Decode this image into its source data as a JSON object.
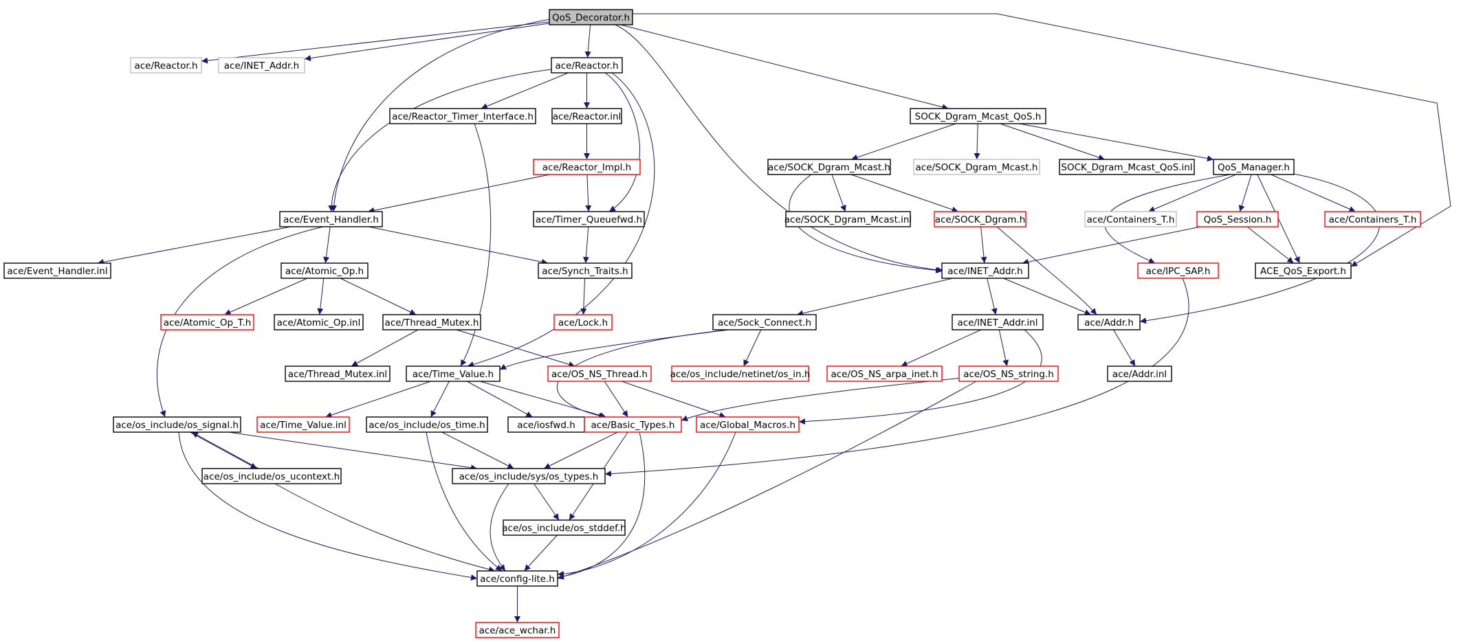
{
  "diagram": {
    "colors": {
      "edge": "#191970",
      "normal": "#000000",
      "truncated": "#ff0000",
      "external": "#bfbfbf",
      "root_fill": "#bfbfbf"
    },
    "nodes": [
      {
        "id": "root",
        "label": "QoS_Decorator.h",
        "kind": "root"
      },
      {
        "id": "reactor_ext",
        "label": "ace/Reactor.h",
        "kind": "external"
      },
      {
        "id": "inet_addr_ext",
        "label": "ace/INET_Addr.h",
        "kind": "external"
      },
      {
        "id": "reactor",
        "label": "ace/Reactor.h",
        "kind": "normal"
      },
      {
        "id": "rti",
        "label": "ace/Reactor_Timer_Interface.h",
        "kind": "normal"
      },
      {
        "id": "reactor_inl",
        "label": "ace/Reactor.inl",
        "kind": "normal"
      },
      {
        "id": "reactor_impl",
        "label": "ace/Reactor_Impl.h",
        "kind": "truncated"
      },
      {
        "id": "event_handler",
        "label": "ace/Event_Handler.h",
        "kind": "normal"
      },
      {
        "id": "timer_queuefwd",
        "label": "ace/Timer_Queuefwd.h",
        "kind": "normal"
      },
      {
        "id": "event_handler_inl",
        "label": "ace/Event_Handler.inl",
        "kind": "normal"
      },
      {
        "id": "atomic_op",
        "label": "ace/Atomic_Op.h",
        "kind": "normal"
      },
      {
        "id": "synch_traits",
        "label": "ace/Synch_Traits.h",
        "kind": "normal"
      },
      {
        "id": "atomic_op_t",
        "label": "ace/Atomic_Op_T.h",
        "kind": "truncated"
      },
      {
        "id": "atomic_op_inl",
        "label": "ace/Atomic_Op.inl",
        "kind": "normal"
      },
      {
        "id": "thread_mutex",
        "label": "ace/Thread_Mutex.h",
        "kind": "normal"
      },
      {
        "id": "lock",
        "label": "ace/Lock.h",
        "kind": "truncated"
      },
      {
        "id": "thread_mutex_inl",
        "label": "ace/Thread_Mutex.inl",
        "kind": "normal"
      },
      {
        "id": "time_value",
        "label": "ace/Time_Value.h",
        "kind": "normal"
      },
      {
        "id": "os_ns_thread",
        "label": "ace/OS_NS_Thread.h",
        "kind": "truncated"
      },
      {
        "id": "os_signal",
        "label": "ace/os_include/os_signal.h",
        "kind": "normal"
      },
      {
        "id": "time_value_inl",
        "label": "ace/Time_Value.inl",
        "kind": "truncated"
      },
      {
        "id": "os_time",
        "label": "ace/os_include/os_time.h",
        "kind": "normal"
      },
      {
        "id": "iosfwd",
        "label": "ace/iosfwd.h",
        "kind": "normal"
      },
      {
        "id": "basic_types",
        "label": "ace/Basic_Types.h",
        "kind": "truncated"
      },
      {
        "id": "global_macros",
        "label": "ace/Global_Macros.h",
        "kind": "truncated"
      },
      {
        "id": "os_ucontext",
        "label": "ace/os_include/os_ucontext.h",
        "kind": "normal"
      },
      {
        "id": "os_types",
        "label": "ace/os_include/sys/os_types.h",
        "kind": "normal"
      },
      {
        "id": "os_stddef",
        "label": "ace/os_include/os_stddef.h",
        "kind": "normal"
      },
      {
        "id": "config_lite",
        "label": "ace/config-lite.h",
        "kind": "normal"
      },
      {
        "id": "ace_wchar",
        "label": "ace/ace_wchar.h",
        "kind": "truncated"
      },
      {
        "id": "sdmq",
        "label": "SOCK_Dgram_Mcast_QoS.h",
        "kind": "normal"
      },
      {
        "id": "sock_dgram_mcast",
        "label": "ace/SOCK_Dgram_Mcast.h",
        "kind": "normal"
      },
      {
        "id": "sock_dgram_mcast_ext",
        "label": "ace/SOCK_Dgram_Mcast.h",
        "kind": "external"
      },
      {
        "id": "sdmq_inl",
        "label": "SOCK_Dgram_Mcast_QoS.inl",
        "kind": "normal"
      },
      {
        "id": "qos_manager",
        "label": "QoS_Manager.h",
        "kind": "normal"
      },
      {
        "id": "sock_dgram_mcast_inl",
        "label": "ace/SOCK_Dgram_Mcast.inl",
        "kind": "normal"
      },
      {
        "id": "sock_dgram",
        "label": "ace/SOCK_Dgram.h",
        "kind": "truncated"
      },
      {
        "id": "containers_t_ext",
        "label": "ace/Containers_T.h",
        "kind": "external"
      },
      {
        "id": "qos_session",
        "label": "QoS_Session.h",
        "kind": "truncated"
      },
      {
        "id": "containers_t",
        "label": "ace/Containers_T.h",
        "kind": "truncated"
      },
      {
        "id": "inet_addr",
        "label": "ace/INET_Addr.h",
        "kind": "normal"
      },
      {
        "id": "ipc_sap",
        "label": "ace/IPC_SAP.h",
        "kind": "truncated"
      },
      {
        "id": "qos_export",
        "label": "ACE_QoS_Export.h",
        "kind": "normal"
      },
      {
        "id": "sock_connect",
        "label": "ace/Sock_Connect.h",
        "kind": "normal"
      },
      {
        "id": "inet_addr_inl",
        "label": "ace/INET_Addr.inl",
        "kind": "normal"
      },
      {
        "id": "addr",
        "label": "ace/Addr.h",
        "kind": "normal"
      },
      {
        "id": "netinet_in",
        "label": "ace/os_include/netinet/os_in.h",
        "kind": "truncated"
      },
      {
        "id": "os_ns_arpa_inet",
        "label": "ace/OS_NS_arpa_inet.h",
        "kind": "truncated"
      },
      {
        "id": "os_ns_string",
        "label": "ace/OS_NS_string.h",
        "kind": "truncated"
      },
      {
        "id": "addr_inl",
        "label": "ace/Addr.inl",
        "kind": "normal"
      }
    ],
    "edges": [
      [
        "root",
        "reactor_ext"
      ],
      [
        "root",
        "inet_addr_ext"
      ],
      [
        "root",
        "reactor"
      ],
      [
        "root",
        "event_handler"
      ],
      [
        "root",
        "sdmq"
      ],
      [
        "root",
        "inet_addr"
      ],
      [
        "root",
        "qos_export"
      ],
      [
        "reactor",
        "rti"
      ],
      [
        "reactor",
        "reactor_inl"
      ],
      [
        "reactor",
        "event_handler"
      ],
      [
        "reactor",
        "timer_queuefwd"
      ],
      [
        "reactor",
        "time_value"
      ],
      [
        "reactor_inl",
        "reactor_impl"
      ],
      [
        "reactor_impl",
        "event_handler"
      ],
      [
        "reactor_impl",
        "timer_queuefwd"
      ],
      [
        "rti",
        "time_value"
      ],
      [
        "timer_queuefwd",
        "synch_traits"
      ],
      [
        "event_handler",
        "event_handler_inl"
      ],
      [
        "event_handler",
        "atomic_op"
      ],
      [
        "event_handler",
        "synch_traits"
      ],
      [
        "event_handler",
        "os_signal"
      ],
      [
        "atomic_op",
        "atomic_op_t"
      ],
      [
        "atomic_op",
        "atomic_op_inl"
      ],
      [
        "atomic_op",
        "thread_mutex"
      ],
      [
        "synch_traits",
        "lock"
      ],
      [
        "thread_mutex",
        "thread_mutex_inl"
      ],
      [
        "thread_mutex",
        "os_ns_thread"
      ],
      [
        "os_ns_thread",
        "basic_types"
      ],
      [
        "os_ns_thread",
        "global_macros"
      ],
      [
        "time_value",
        "time_value_inl"
      ],
      [
        "time_value",
        "os_time"
      ],
      [
        "time_value",
        "iosfwd"
      ],
      [
        "time_value",
        "basic_types"
      ],
      [
        "os_signal",
        "os_ucontext"
      ],
      [
        "os_ucontext",
        "os_signal"
      ],
      [
        "os_signal",
        "os_types"
      ],
      [
        "os_signal",
        "config_lite"
      ],
      [
        "os_ucontext",
        "config_lite"
      ],
      [
        "os_time",
        "os_types"
      ],
      [
        "os_time",
        "config_lite"
      ],
      [
        "basic_types",
        "os_types"
      ],
      [
        "basic_types",
        "os_stddef"
      ],
      [
        "basic_types",
        "config_lite"
      ],
      [
        "global_macros",
        "config_lite"
      ],
      [
        "os_types",
        "os_stddef"
      ],
      [
        "os_types",
        "config_lite"
      ],
      [
        "os_stddef",
        "config_lite"
      ],
      [
        "config_lite",
        "ace_wchar"
      ],
      [
        "sdmq",
        "sock_dgram_mcast"
      ],
      [
        "sdmq",
        "sock_dgram_mcast_ext"
      ],
      [
        "sdmq",
        "sdmq_inl"
      ],
      [
        "sdmq",
        "qos_manager"
      ],
      [
        "sock_dgram_mcast",
        "sock_dgram_mcast_inl"
      ],
      [
        "sock_dgram_mcast",
        "sock_dgram"
      ],
      [
        "sock_dgram_mcast",
        "inet_addr"
      ],
      [
        "sock_dgram",
        "inet_addr"
      ],
      [
        "sock_dgram",
        "addr"
      ],
      [
        "qos_manager",
        "containers_t_ext"
      ],
      [
        "qos_manager",
        "qos_session"
      ],
      [
        "qos_manager",
        "containers_t"
      ],
      [
        "qos_manager",
        "qos_export"
      ],
      [
        "qos_manager",
        "ipc_sap"
      ],
      [
        "qos_manager",
        "addr"
      ],
      [
        "qos_session",
        "inet_addr"
      ],
      [
        "qos_session",
        "qos_export"
      ],
      [
        "ipc_sap",
        "os_types"
      ],
      [
        "inet_addr",
        "sock_connect"
      ],
      [
        "inet_addr",
        "inet_addr_inl"
      ],
      [
        "inet_addr",
        "addr"
      ],
      [
        "sock_connect",
        "netinet_in"
      ],
      [
        "sock_connect",
        "time_value"
      ],
      [
        "sock_connect",
        "basic_types"
      ],
      [
        "inet_addr_inl",
        "os_ns_arpa_inet"
      ],
      [
        "inet_addr_inl",
        "os_ns_string"
      ],
      [
        "inet_addr_inl",
        "global_macros"
      ],
      [
        "os_ns_string",
        "basic_types"
      ],
      [
        "os_ns_string",
        "config_lite"
      ],
      [
        "addr",
        "addr_inl"
      ]
    ]
  }
}
